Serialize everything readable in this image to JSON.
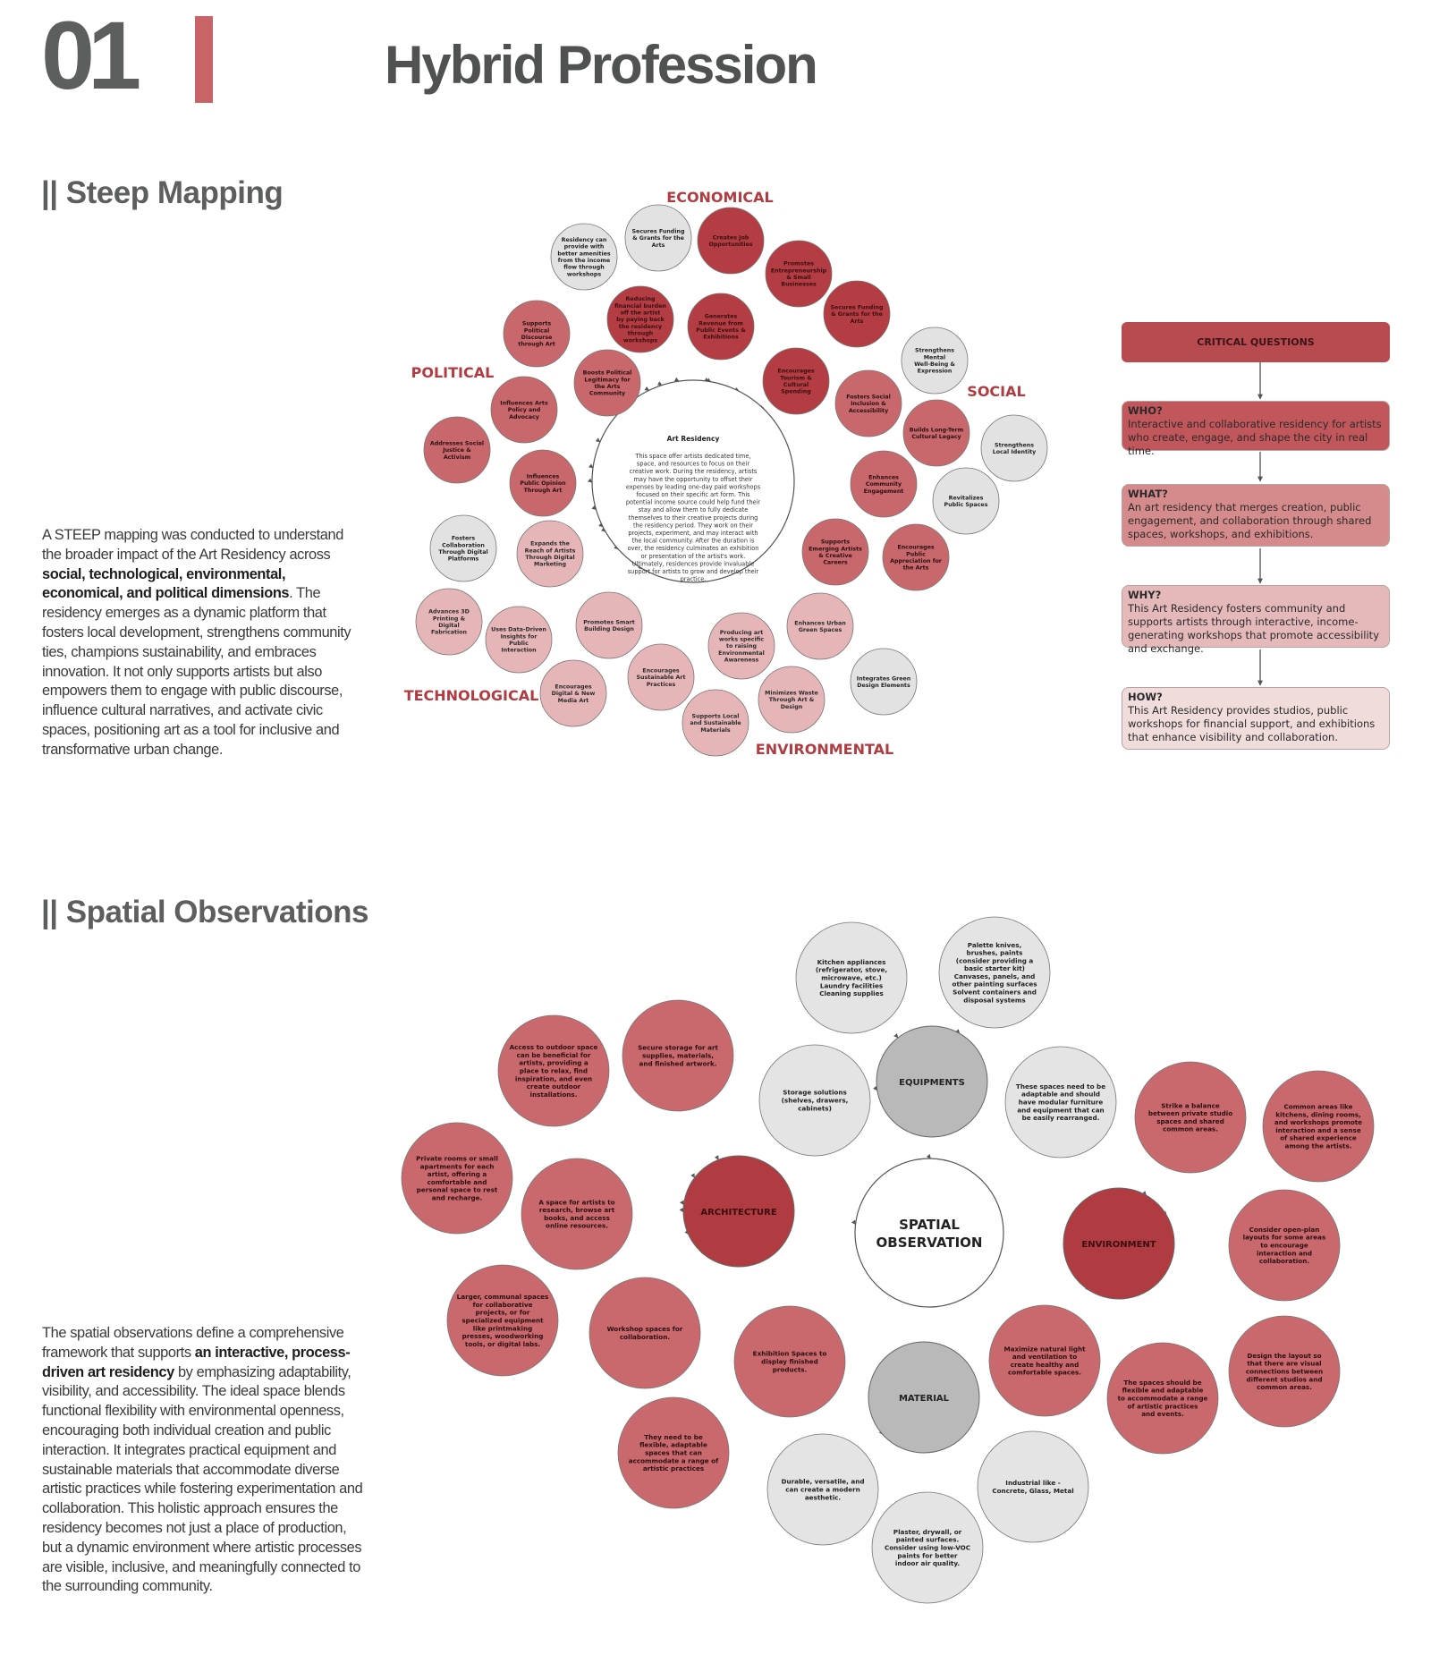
{
  "header": {
    "number": "01",
    "title": "Hybrid Profession"
  },
  "steep": {
    "heading": "|| Steep Mapping",
    "paragraph": [
      {
        "t": "A STEEP mapping was conducted to understand the broader impact of the Art Residency across ",
        "b": false
      },
      {
        "t": "social, technological, environmental, economical, and political dimensions",
        "b": true
      },
      {
        "t": ". The residency emerges as a dynamic platform that fosters local development, strengthens community ties, champions sustainability, and embraces innovation. It not only supports artists but also empowers them to engage with public discourse, influence cultural narratives, and activate civic spaces, positioning art as a tool for inclusive and transformative urban change.",
        "b": false
      }
    ],
    "categories": {
      "economical": "ECONOMICAL",
      "political": "POLITICAL",
      "social": "SOCIAL",
      "technological": "TECHNOLOGICAL",
      "environmental": "ENVIRONMENTAL"
    },
    "center": {
      "title": "Art Residency",
      "text": "This space offer artists dedicated time, space, and resources to focus on their creative work. During the residency, artists may have the opportunity to offset their expenses by leading one-day paid workshops focused on their specific art form. This potential income source could help fund their stay and allow them to fully dedicate themselves to their creative projects during the residency period. They work on their projects, experiment, and may interact with the local community. After the duration is over, the residency culminates an exhibition or presentation of the artist's work. Ultimately, residences provide invaluable support for artists to grow and develop their practice."
    },
    "nodes": [
      "Residency can provide with better amenities from the income flow through workshops",
      "Secures Funding & Grants for the Arts",
      "Creates Job Opportunities",
      "Promotes Entrepreneurship & Small Businesses",
      "Secures Funding & Grants for the Arts",
      "Reducing financial burden off the artist by paying back the residency through workshops",
      "Generates Revenue from Public Events & Exhibitions",
      "Encourages Tourism & Cultural Spending",
      "Supports Political Discourse through Art",
      "Boosts Political Legitimacy for the Arts Community",
      "Influences Arts Policy and Advocacy",
      "Addresses Social Justice & Activism",
      "Influences Public Opinion Through Art",
      "Strengthens Mental Well-Being & Expression",
      "Fosters Social Inclusion & Accessibility",
      "Builds Long-Term Cultural Legacy",
      "Strengthens Local Identity",
      "Enhances Community Engagement",
      "Revitalizes Public Spaces",
      "Supports Emerging Artists & Creative Careers",
      "Encourages Public Appreciation for the Arts",
      "Fosters Collaboration Through Digital Platforms",
      "Expands the Reach of Artists Through Digital Marketing",
      "Advances 3D Printing & Digital Fabrication",
      "Uses Data-Driven Insights for Public Interaction",
      "Promotes Smart Building Design",
      "Encourages Digital & New Media Art",
      "Encourages Sustainable Art Practices",
      "Producing art works specific to raising Environmental Awareness",
      "Enhances Urban Green Spaces",
      "Integrates Green Design Elements",
      "Minimizes Waste Through Art & Design",
      "Supports Local and Sustainable Materials"
    ]
  },
  "critical": {
    "header": "CRITICAL QUESTIONS",
    "items": [
      {
        "q": "WHO?",
        "a": "Interactive and collaborative residency for artists who create, engage, and shape the city in real time."
      },
      {
        "q": "WHAT?",
        "a": "An art residency that merges creation, public engagement, and collaboration through shared spaces, workshops, and exhibitions."
      },
      {
        "q": "WHY?",
        "a": "This Art Residency fosters community and supports artists through interactive, income-generating workshops that promote accessibility and exchange."
      },
      {
        "q": "HOW?",
        "a": "This Art Residency provides studios, public workshops for financial support, and exhibitions that enhance visibility and collaboration."
      }
    ],
    "colors": [
      "#c2575b",
      "#d58a8c",
      "#e5b9ba",
      "#f1dcdc"
    ]
  },
  "spatial": {
    "heading": "|| Spatial Observations",
    "paragraph": [
      {
        "t": "The spatial observations define a comprehensive framework that supports ",
        "b": false
      },
      {
        "t": "an interactive, process-driven art residency",
        "b": true
      },
      {
        "t": " by emphasizing adaptability, visibility, and accessibility. The ideal space blends functional flexibility with environmental openness, encouraging both individual creation and public interaction. It integrates practical equipment and sustainable materials that accommodate diverse artistic practices while fostering experimentation and collaboration. This holistic approach ensures the residency becomes not just a place of production, but a dynamic environment where artistic processes are visible, inclusive, and meaningfully connected to the surrounding community.",
        "b": false
      }
    ],
    "center": "SPATIAL OBSERVATION",
    "hubs": {
      "architecture": "ARCHITECTURE",
      "equipments": "EQUIPMENTS",
      "environment": "ENVIRONMENT",
      "material": "MATERIAL"
    },
    "nodes": [
      "Kitchen appliances (refrigerator, stove, microwave, etc.) Laundry facilities Cleaning supplies",
      "Palette knives, brushes, paints (consider providing a basic starter kit) Canvases, panels, and other painting surfaces Solvent containers and disposal systems",
      "Storage solutions (shelves, drawers, cabinets)",
      "These spaces need to be adaptable and should have modular furniture and equipment that can be easily rearranged.",
      "Access to outdoor space can be beneficial for artists, providing a place to relax, find inspiration, and even create outdoor installations.",
      "Secure storage for art supplies, materials, and finished artwork.",
      "Private rooms or small apartments for each artist, offering a comfortable and personal space to rest and recharge.",
      "A space for artists to research, browse art books, and access online resources.",
      "Larger, communal spaces for collaborative projects, or for specialized equipment like printmaking presses, woodworking tools, or digital labs.",
      "Workshop spaces for collaboration.",
      "Exhibition Spaces to display finished products.",
      "They need to be flexible, adaptable spaces that can accommodate a range of artistic practices",
      "Strike a balance between private studio spaces and shared common areas.",
      "Common areas like kitchens, dining rooms, and workshops promote interaction and a sense of shared experience among the artists.",
      "Consider open-plan layouts for some areas to encourage interaction and collaboration.",
      "Maximize natural light and ventilation to create healthy and comfortable spaces.",
      "The spaces should be flexible and adaptable to accommodate a range of artistic practices and events.",
      "Design the layout so that there are visual connections between different studios and common areas.",
      "Durable, versatile, and can create a modern aesthetic.",
      "Industrial like - Concrete, Glass, Metal",
      "Plaster, drywall, or painted surfaces. Consider using low-VOC paints for better indoor air quality."
    ]
  },
  "colors": {
    "accent": "#c96466",
    "dark_red": "#b03c42",
    "mid_red": "#c9696d",
    "light_pink": "#e6b6b8",
    "grey_light": "#e4e4e4",
    "grey_mid": "#b7b7b7"
  }
}
